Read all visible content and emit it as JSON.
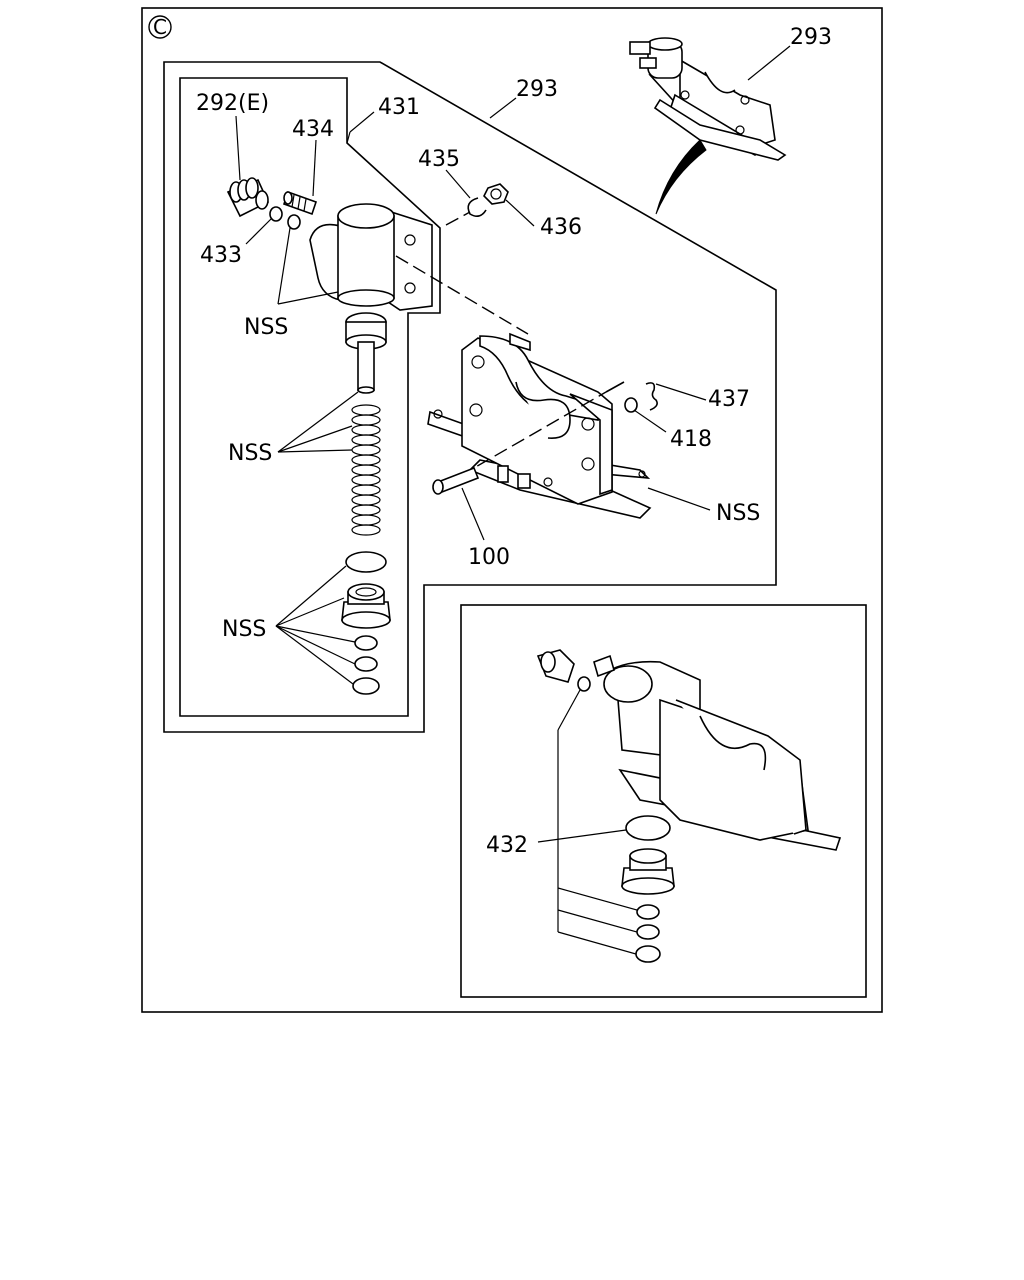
{
  "diagram": {
    "corner_mark": "C",
    "labels": {
      "l292e": "292(E)",
      "l434": "434",
      "l431": "431",
      "l293_main": "293",
      "l293_top": "293",
      "l435": "435",
      "l436": "436",
      "l433": "433",
      "nss_top": "NSS",
      "nss_spring": "NSS",
      "nss_seals": "NSS",
      "nss_bracket": "NSS",
      "l437": "437",
      "l418": "418",
      "l100": "100",
      "l432": "432"
    }
  }
}
